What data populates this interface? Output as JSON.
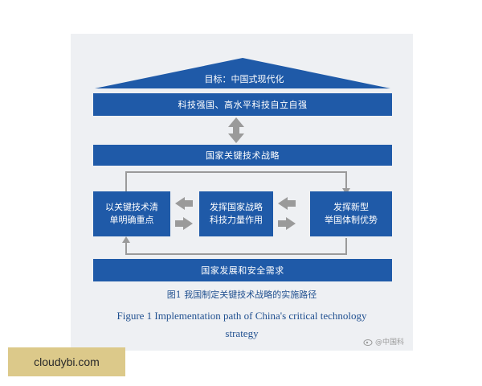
{
  "diagram": {
    "goal": "目标：中国式现代化",
    "top_bar": "科技强国、高水平科技自立自强",
    "strategy_bar": "国家关键技术战略",
    "left_box": "以关键技术清\n单明确重点",
    "center_box": "发挥国家战略\n科技力量作用",
    "right_box": "发挥新型\n举国体制优势",
    "bottom_bar": "国家发展和安全需求",
    "colors": {
      "primary": "#1f5aa8",
      "arrow": "#9a9a9a",
      "caption": "#1f4f8f",
      "background": "#eef0f3"
    }
  },
  "caption": {
    "cn": "图1  我国制定关键技术战略的实施路径",
    "en_line1": "Figure 1    Implementation path of China's critical technology",
    "en_line2": "strategy"
  },
  "watermark": {
    "text": "@中国科",
    "icon": "weibo-icon"
  },
  "brand": {
    "label": "cloudybi.com",
    "color": "#dcc98a"
  }
}
